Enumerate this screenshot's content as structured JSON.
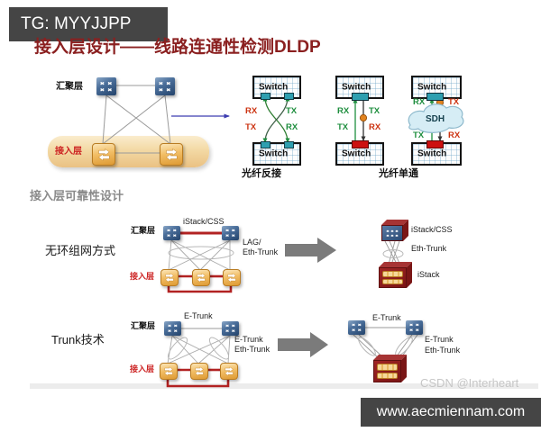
{
  "header": {
    "tag": "TG: MYYJJPP"
  },
  "title": "接入层设计——线路连通性检测DLDP",
  "topology": {
    "aggregation_label": "汇聚层",
    "access_label": "接入层"
  },
  "fiber": {
    "switch": "Switch",
    "rx": "RX",
    "tx": "TX",
    "sdh": "SDH",
    "caption_reverse": "光纤反接",
    "caption_single": "光纤单通"
  },
  "reliability": {
    "heading": "接入层可靠性设计",
    "row1": {
      "name": "无环组网方式",
      "aggregation_label": "汇聚层",
      "access_label": "接入层",
      "istack_css": "iStack/CSS",
      "lag": "LAG/",
      "eth_trunk": "Eth-Trunk",
      "right": {
        "istack_css": "iStack/CSS",
        "eth_trunk": "Eth-Trunk",
        "istack": "iStack"
      }
    },
    "row2": {
      "name": "Trunk技术",
      "aggregation_label": "汇聚层",
      "access_label": "接入层",
      "e_trunk_top": "E-Trunk",
      "e_trunk": "E-Trunk",
      "eth_trunk": "Eth-Trunk",
      "right": {
        "e_trunk_top": "E-Trunk",
        "e_trunk": "E-Trunk",
        "eth_trunk": "Eth-Trunk"
      }
    }
  },
  "watermark": "CSDN @Interheart",
  "footer": {
    "site": "www.aecmiennam.com"
  },
  "colors": {
    "title_maroon": "#8B2020",
    "accent_red": "#B22222",
    "rx_red": "#CC3311",
    "tx_green": "#1E8E3E",
    "teal_port": "#2E9FB0",
    "red_port": "#CC1111",
    "orange_dot": "#E2831E",
    "bar_dark": "#454545"
  }
}
